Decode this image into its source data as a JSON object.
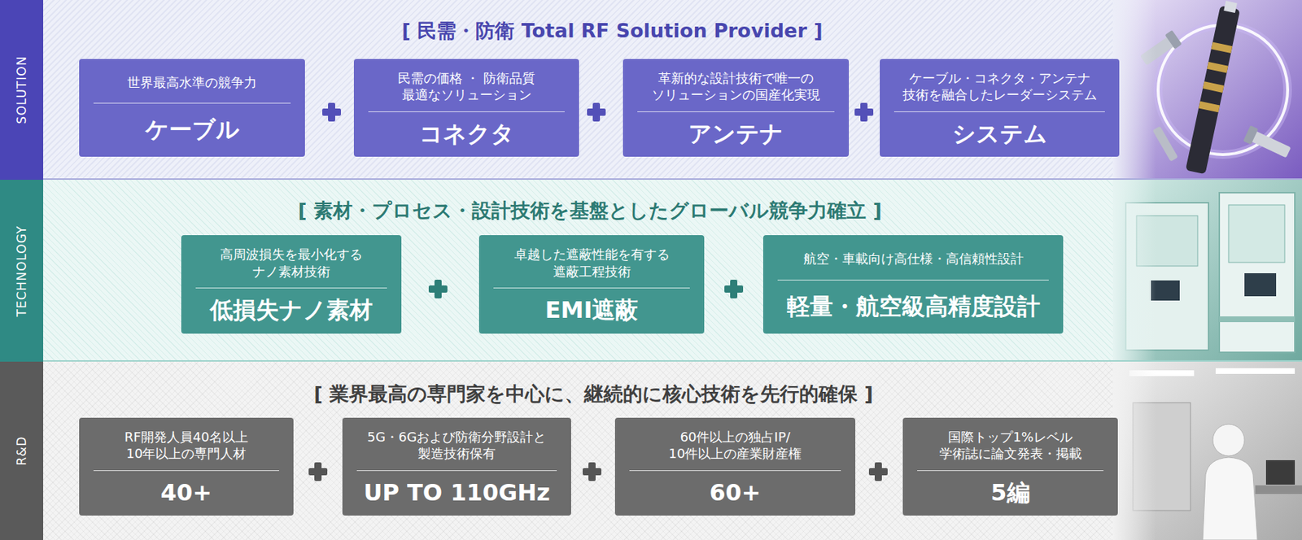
{
  "diagram": {
    "nodes": [
      {
        "text": [
          "SOLUTION",
          "[ 民需・防衛 Total RF Solution Provider ]"
        ]
      },
      {
        "text": [
          "世界最高水準の競争力",
          "ケーブル"
        ],
        "in": 0
      },
      {
        "text": [
          "民需の価格 ・ 防衛品質 最適なソリューション",
          "コネクタ"
        ],
        "in": 0
      },
      {
        "text": [
          "革新的な設計技術で唯一の ソリューションの国産化実現",
          "アンテナ"
        ],
        "in": 0
      },
      {
        "text": [
          "ケーブル・コネクタ・アンテナ 技術を融合したレーダーシステム",
          "システム"
        ],
        "in": 0
      },
      {
        "text": [
          "TECHNOLOGY",
          "[ 素材・プロセス・設計技術を基盤としたグローバル競争力確立 ]"
        ]
      },
      {
        "text": [
          "高周波損失を最小化する ナノ素材技術",
          "低損失ナノ素材"
        ],
        "in": 5
      },
      {
        "text": [
          "卓越した遮蔽性能を有する 遮蔽工程技術",
          "EMI遮蔽"
        ],
        "in": 5
      },
      {
        "text": [
          "航空・車載向け高仕様・高信頼性設計",
          "軽量・航空級高精度設計"
        ],
        "in": 5
      },
      {
        "text": [
          "R&D",
          "[ 業界最高の専門家を中心に、継続的に核心技術を先行的確保 ]"
        ]
      },
      {
        "text": [
          "RF開発人員40名以上 10年以上の専門人材",
          "40+"
        ],
        "in": 9
      },
      {
        "text": [
          "5G・6Gおよび防衛分野設計と 製造技術保有",
          "UP TO 110GHz"
        ],
        "in": 9
      },
      {
        "text": [
          "60件以上の独占IP/ 10件以上の産業財産権",
          "60+"
        ],
        "in": 9
      },
      {
        "text": [
          "国際トップ1%レベル 学術誌に論文発表・掲載",
          "5編"
        ],
        "in": 9
      }
    ]
  }
}
